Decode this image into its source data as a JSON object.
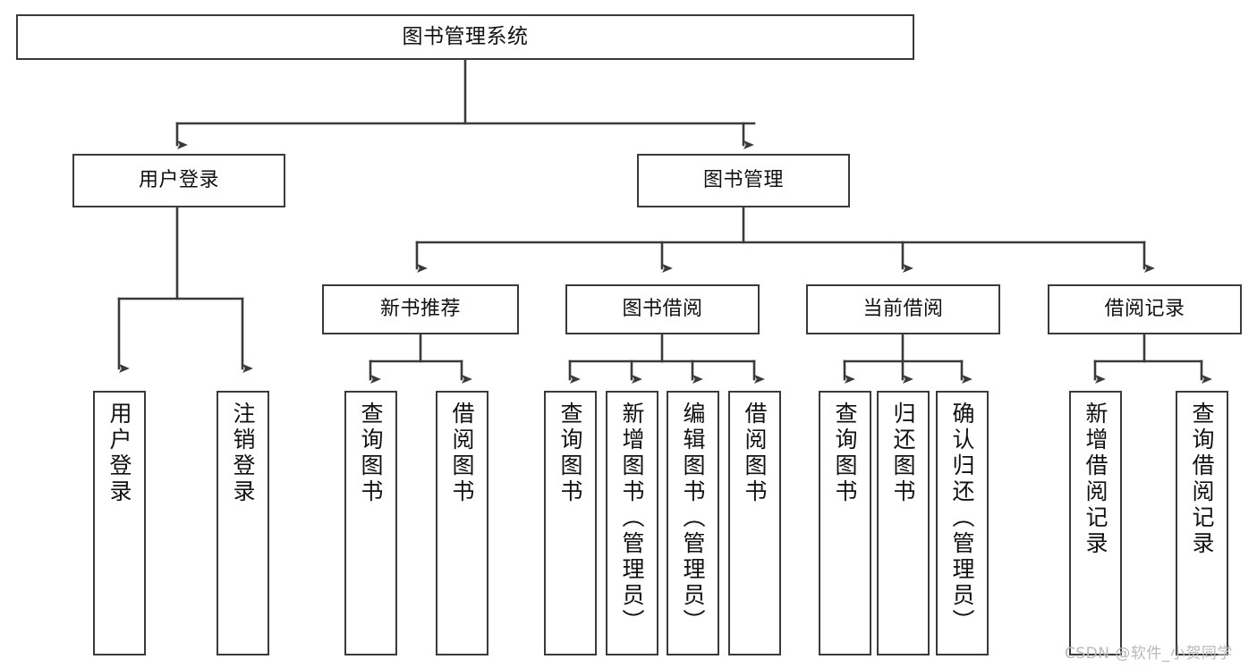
{
  "diagram": {
    "title": "图书管理系统",
    "watermark": "CSDN @软件_小贺同学",
    "line_color": "#3a3a3a",
    "text_color": "#111111",
    "background": "#ffffff",
    "nodes": {
      "root": {
        "label": "图书管理系统"
      },
      "level1": [
        {
          "id": "user-login",
          "label": "用户登录"
        },
        {
          "id": "book-management",
          "label": "图书管理"
        }
      ],
      "level2": [
        {
          "id": "new-book-recommend",
          "label": "新书推荐"
        },
        {
          "id": "book-borrow",
          "label": "图书借阅"
        },
        {
          "id": "current-borrow",
          "label": "当前借阅"
        },
        {
          "id": "borrow-record",
          "label": "借阅记录"
        }
      ],
      "leaves": {
        "user-login": [
          {
            "id": "leaf-user-login",
            "label": "用户登录"
          },
          {
            "id": "leaf-logout-login",
            "label": "注销登录"
          }
        ],
        "new-book-recommend": [
          {
            "id": "leaf-query-book-1",
            "label": "查询图书"
          },
          {
            "id": "leaf-borrow-book-1",
            "label": "借阅图书"
          }
        ],
        "book-borrow": [
          {
            "id": "leaf-query-book-2",
            "label": "查询图书"
          },
          {
            "id": "leaf-add-book",
            "label": "新增图书（管理员）"
          },
          {
            "id": "leaf-edit-book",
            "label": "编辑图书（管理员）"
          },
          {
            "id": "leaf-borrow-book-2",
            "label": "借阅图书"
          }
        ],
        "current-borrow": [
          {
            "id": "leaf-query-book-3",
            "label": "查询图书"
          },
          {
            "id": "leaf-return-book",
            "label": "归还图书"
          },
          {
            "id": "leaf-confirm-return",
            "label": "确认归还（管理员）"
          }
        ],
        "borrow-record": [
          {
            "id": "leaf-add-record",
            "label": "新增借阅记录"
          },
          {
            "id": "leaf-query-record",
            "label": "查询借阅记录"
          }
        ]
      }
    }
  }
}
